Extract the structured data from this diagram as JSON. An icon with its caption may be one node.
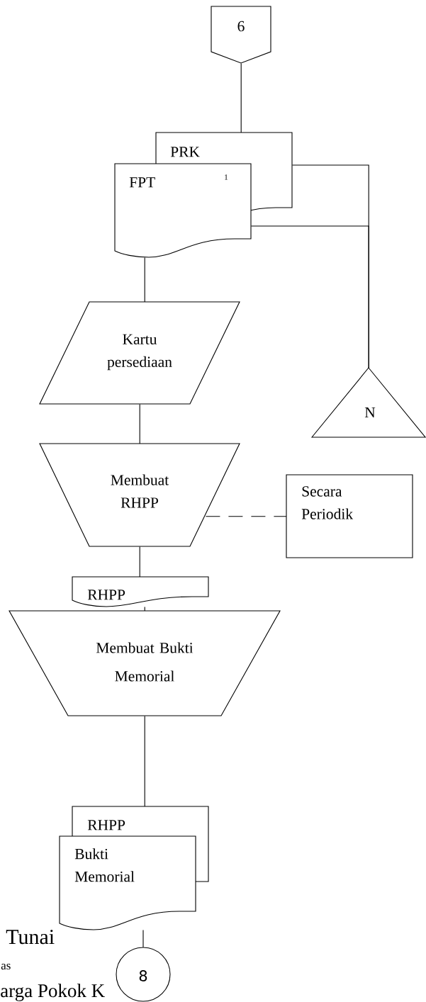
{
  "diagram": {
    "nodes": [
      {
        "text": [
          "6"
        ]
      },
      {
        "text": [
          "PRK"
        ]
      },
      {
        "text": [
          "FPT",
          "1"
        ]
      },
      {
        "text": [
          "Kartu persediaan"
        ]
      },
      {
        "text": [
          "N"
        ]
      },
      {
        "text": [
          "Membuat RHPP"
        ]
      },
      {
        "text": [
          "Secara Periodik"
        ]
      },
      {
        "text": [
          "RHPP"
        ]
      },
      {
        "text": [
          "Membuat Bukti Memorial"
        ]
      },
      {
        "text": [
          "RHPP"
        ]
      },
      {
        "text": [
          "Bukti Memorial"
        ]
      },
      {
        "text": [
          "8"
        ]
      }
    ],
    "edges": [
      {
        "from": 0,
        "to": 1,
        "arrow": "none"
      },
      {
        "from": 1,
        "to": 4,
        "arrow": "none"
      },
      {
        "from": 2,
        "to": 4,
        "arrow": "none"
      },
      {
        "from": 2,
        "to": 3,
        "arrow": "none"
      },
      {
        "from": 3,
        "to": 5,
        "arrow": "none"
      },
      {
        "from": 5,
        "to": 6,
        "arrow": "none",
        "style": "dashed"
      },
      {
        "from": 5,
        "to": 7,
        "arrow": "none"
      },
      {
        "from": 7,
        "to": 8,
        "arrow": "none"
      },
      {
        "from": 8,
        "to": 9,
        "arrow": "none"
      },
      {
        "from": 10,
        "to": 11,
        "arrow": "none"
      }
    ],
    "labels": [
      "Tunai",
      "as",
      "arga Pokok K"
    ]
  }
}
